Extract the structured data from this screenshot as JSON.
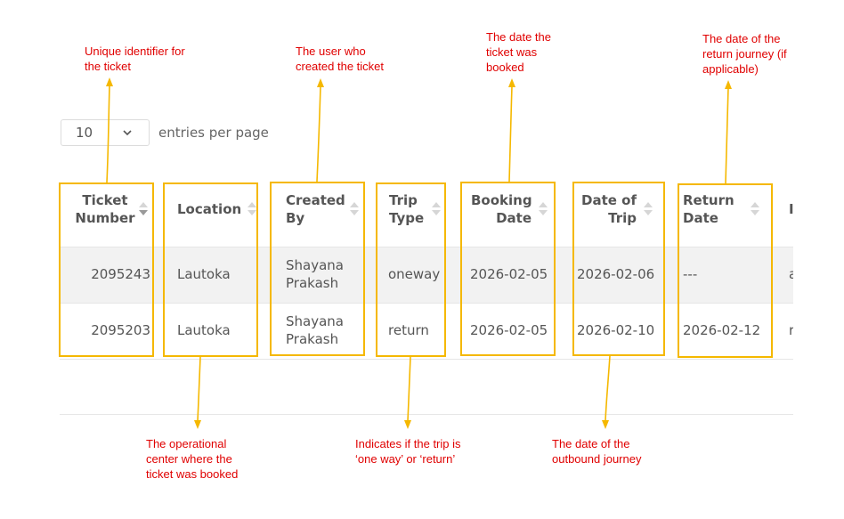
{
  "pagination": {
    "entries_value": "10",
    "entries_label": "entries per page",
    "chevron_icon": "chevron-down-icon"
  },
  "table": {
    "headers": [
      {
        "line1": "Ticket",
        "line2": "Number"
      },
      {
        "line1": "Location",
        "line2": ""
      },
      {
        "line1": "Created",
        "line2": "By"
      },
      {
        "line1": "Trip",
        "line2": "Type"
      },
      {
        "line1": "Booking",
        "line2": "Date"
      },
      {
        "line1": "Date of",
        "line2": "Trip"
      },
      {
        "line1": "Return",
        "line2": "Date"
      },
      {
        "line1": "I",
        "line2": ""
      }
    ],
    "rows": [
      {
        "ticket_number": "2095243",
        "location": "Lautoka",
        "created_by_1": "Shayana",
        "created_by_2": "Prakash",
        "trip_type": "oneway",
        "booking_date": "2026-02-05",
        "date_of_trip": "2026-02-06",
        "return_date": "---",
        "extra": "a"
      },
      {
        "ticket_number": "2095203",
        "location": "Lautoka",
        "created_by_1": "Shayana",
        "created_by_2": "Prakash",
        "trip_type": "return",
        "booking_date": "2026-02-05",
        "date_of_trip": "2026-02-10",
        "return_date": "2026-02-12",
        "extra": "r"
      }
    ],
    "row_stripe_color": "#f2f2f2"
  },
  "annotations": {
    "color_text": "#e00000",
    "color_box": "#f5b800",
    "ticket_number": [
      "Unique identifier for",
      "the ticket"
    ],
    "created_by": [
      "The user who",
      "created the ticket"
    ],
    "booking_date": [
      "The date the",
      "ticket was",
      "booked"
    ],
    "return_date": [
      "The date of the",
      "return journey (if",
      "applicable)"
    ],
    "location": [
      "The operational",
      "center where the",
      "ticket was booked"
    ],
    "trip_type": [
      "Indicates if the trip is",
      "‘one way’ or ‘return’"
    ],
    "date_of_trip": [
      "The date of the",
      "outbound journey"
    ]
  }
}
